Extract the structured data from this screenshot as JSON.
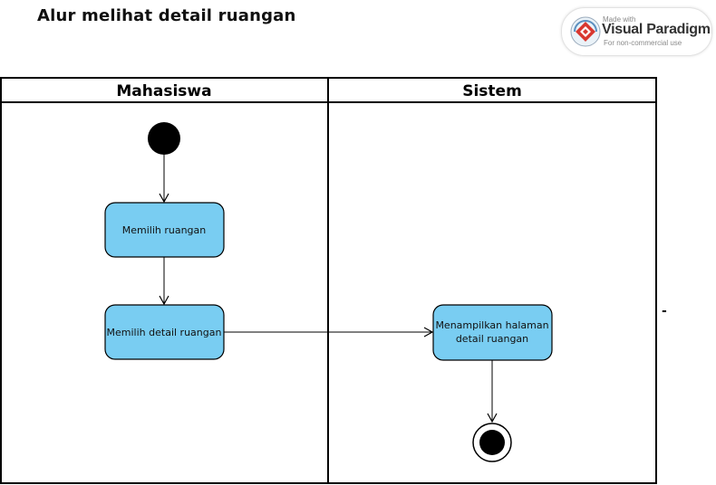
{
  "title": "Alur melihat detail ruangan",
  "watermark": {
    "made_with": "Made with",
    "brand": "Visual Paradigm",
    "note": "For non-commercial use"
  },
  "swimlanes": [
    {
      "name": "Mahasiswa"
    },
    {
      "name": "Sistem"
    }
  ],
  "nodes": {
    "action1": "Memilih ruangan",
    "action2": "Memilih detail ruangan",
    "action3_line1": "Menampilkan halaman",
    "action3_line2": "detail ruangan"
  },
  "stray_mark": "-",
  "colors": {
    "action_fill": "#79cdf2",
    "line": "#000000"
  }
}
